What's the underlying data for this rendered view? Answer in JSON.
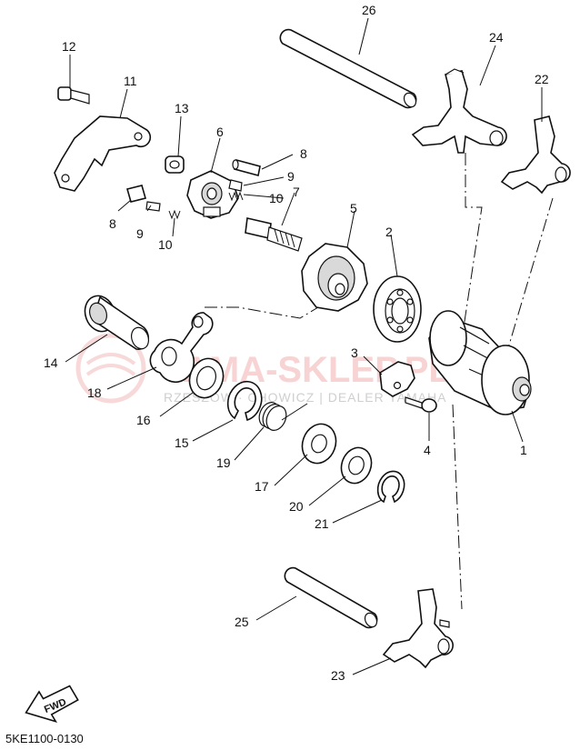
{
  "diagram": {
    "callouts": [
      {
        "id": "c1",
        "label": "1"
      },
      {
        "id": "c2",
        "label": "2"
      },
      {
        "id": "c3",
        "label": "3"
      },
      {
        "id": "c4",
        "label": "4"
      },
      {
        "id": "c5",
        "label": "5"
      },
      {
        "id": "c6",
        "label": "6"
      },
      {
        "id": "c7",
        "label": "7"
      },
      {
        "id": "c8a",
        "label": "8"
      },
      {
        "id": "c8b",
        "label": "8"
      },
      {
        "id": "c9a",
        "label": "9"
      },
      {
        "id": "c9b",
        "label": "9"
      },
      {
        "id": "c10a",
        "label": "10"
      },
      {
        "id": "c10b",
        "label": "10"
      },
      {
        "id": "c11",
        "label": "11"
      },
      {
        "id": "c12",
        "label": "12"
      },
      {
        "id": "c13",
        "label": "13"
      },
      {
        "id": "c14",
        "label": "14"
      },
      {
        "id": "c15",
        "label": "15"
      },
      {
        "id": "c16",
        "label": "16"
      },
      {
        "id": "c17",
        "label": "17"
      },
      {
        "id": "c18",
        "label": "18"
      },
      {
        "id": "c19",
        "label": "19"
      },
      {
        "id": "c20",
        "label": "20"
      },
      {
        "id": "c21",
        "label": "21"
      },
      {
        "id": "c22",
        "label": "22"
      },
      {
        "id": "c23",
        "label": "23"
      },
      {
        "id": "c24",
        "label": "24"
      },
      {
        "id": "c25",
        "label": "25"
      },
      {
        "id": "c26",
        "label": "26"
      }
    ],
    "direction_badge": "FWD",
    "drawing_code": "5KE1100-0130",
    "watermark": {
      "main": "YAMA-SKLEP.PL",
      "sub": "RZESZÓW · CHOWICZ | DEALER YAMAHA"
    }
  }
}
